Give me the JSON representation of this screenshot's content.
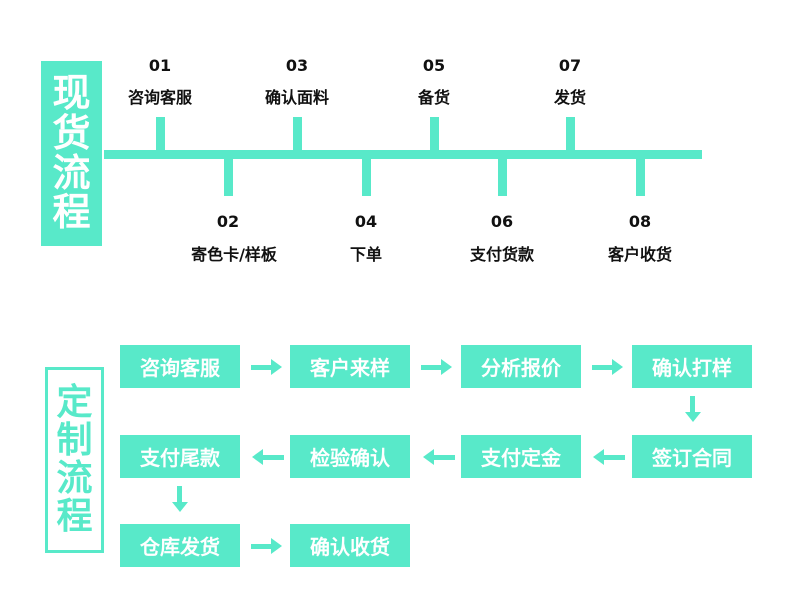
{
  "spot_process": {
    "title": [
      "现",
      "货",
      "流",
      "程"
    ],
    "steps": [
      {
        "num": "01",
        "label": "咨询客服"
      },
      {
        "num": "02",
        "label": "寄色卡/样板"
      },
      {
        "num": "03",
        "label": "确认面料"
      },
      {
        "num": "04",
        "label": "下单"
      },
      {
        "num": "05",
        "label": "备货"
      },
      {
        "num": "06",
        "label": "支付货款"
      },
      {
        "num": "07",
        "label": "发货"
      },
      {
        "num": "08",
        "label": "客户收货"
      }
    ]
  },
  "custom_process": {
    "title": [
      "定",
      "制",
      "流",
      "程"
    ],
    "steps": [
      "咨询客服",
      "客户来样",
      "分析报价",
      "确认打样",
      "签订合同",
      "支付定金",
      "检验确认",
      "支付尾款",
      "仓库发货",
      "确认收货"
    ]
  },
  "colors": {
    "accent": "#58e9c9",
    "text": "#111111",
    "background": "#ffffff"
  }
}
